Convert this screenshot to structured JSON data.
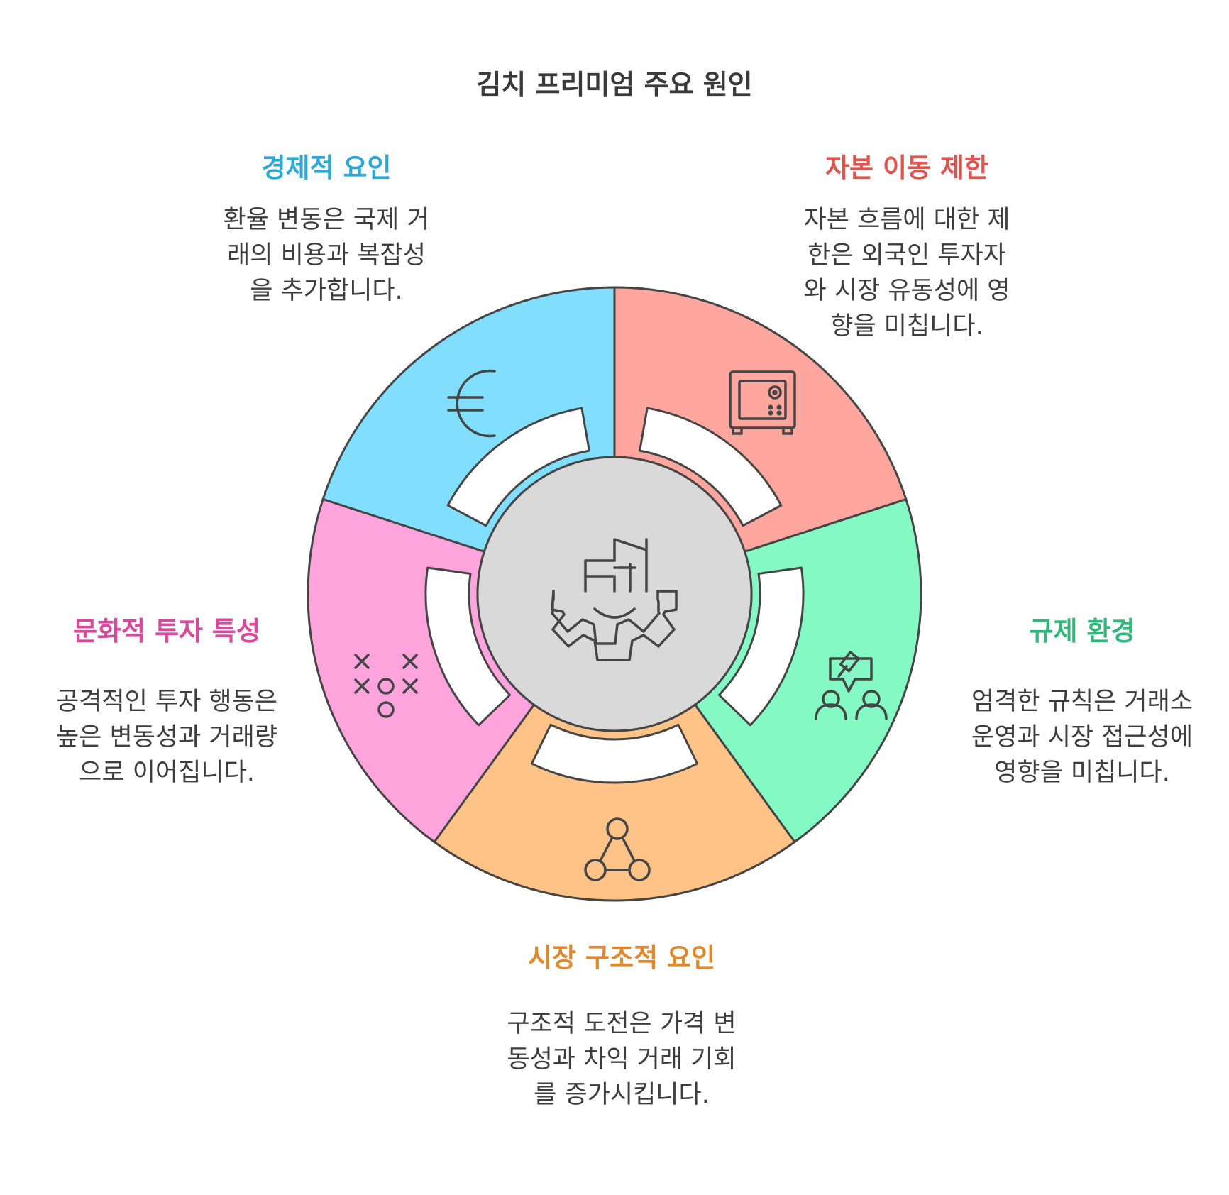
{
  "title": "김치 프리미엄 주요 원인",
  "colors": {
    "stroke": "#454545",
    "economic": "#81DFFD",
    "capital": "#FFA69F",
    "regulation": "#84F9C3",
    "market": "#FFC287",
    "culture": "#FFA4DC",
    "center": "#D9D9D9",
    "economic_text": "#2BA8D6",
    "capital_text": "#E0544F",
    "regulation_text": "#33B67A",
    "market_text": "#E0882E",
    "culture_text": "#D9499B"
  },
  "segments": [
    {
      "key": "economic",
      "heading": "경제적 요인",
      "lines": [
        "환율 변동은 국제 거",
        "래의 비용과 복잡성",
        "을 추가합니다."
      ],
      "icon": "euro-icon"
    },
    {
      "key": "capital",
      "heading": "자본 이동 제한",
      "lines": [
        "자본 흐름에 대한 제",
        "한은 외국인 투자자",
        "와 시장 유동성에 영",
        "향을 미칩니다."
      ],
      "icon": "safe-icon"
    },
    {
      "key": "regulation",
      "heading": "규제 환경",
      "lines": [
        "엄격한 규칙은 거래소",
        "운영과 시장 접근성에",
        "영향을 미칩니다."
      ],
      "icon": "gavel-people-icon"
    },
    {
      "key": "market",
      "heading": "시장 구조적 요인",
      "lines": [
        "구조적 도전은 가격 변",
        "동성과 차익 거래 기회",
        "를 증가시킵니다."
      ],
      "icon": "network-icon"
    },
    {
      "key": "culture",
      "heading": "문화적 투자 특성",
      "lines": [
        "공격적인 투자 행동은",
        "높은 변동성과 거래량",
        "으로 이어집니다."
      ],
      "icon": "strategy-icon"
    }
  ],
  "center_icon": "building-gear-icon"
}
